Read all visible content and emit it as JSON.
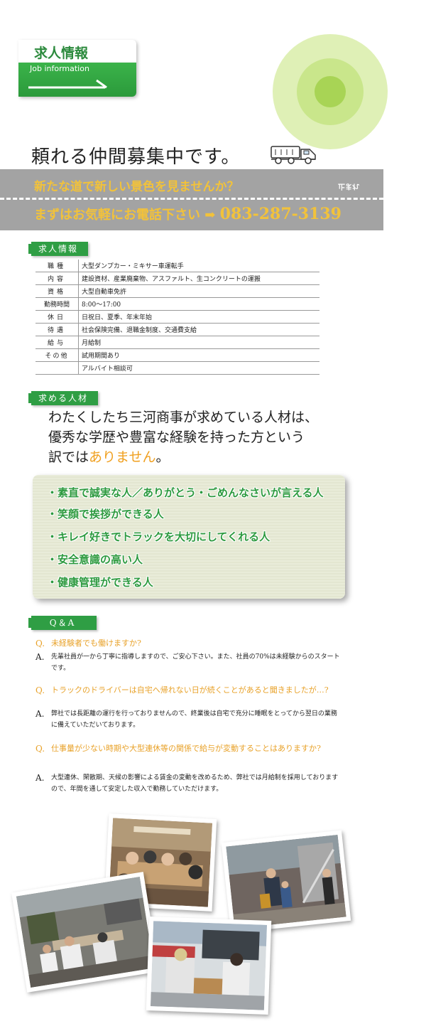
{
  "header": {
    "title_jp": "求人情報",
    "title_en": "Job information"
  },
  "headline": "頼れる仲間募集中です。",
  "road_banner": {
    "line1": "新たな道で新しい景色を見ませんか？",
    "line2_text": "まずはお気軽にお電話下さい",
    "arrow": "➡",
    "phone": "083-287-3139",
    "mark": "止まれ"
  },
  "job_section": {
    "label": "求人情報",
    "rows": [
      {
        "key": "職種",
        "value": "大型ダンプカー・ミキサー車運転手"
      },
      {
        "key": "内容",
        "value": "建設資材、産業廃棄物、アスファルト、生コンクリートの運搬"
      },
      {
        "key": "資格",
        "value": "大型自動車免許"
      },
      {
        "key": "勤務時間",
        "value": "8:00〜17:00"
      },
      {
        "key": "休日",
        "value": "日祝日、夏季、年末年始"
      },
      {
        "key": "待遇",
        "value": "社会保険完備、退職金制度、交通費支給"
      },
      {
        "key": "給与",
        "value": "月給制"
      },
      {
        "key": "その他",
        "value": "試用期間あり"
      },
      {
        "key": "",
        "value": "アルバイト相談可"
      }
    ]
  },
  "seek_section": {
    "label": "求める人材",
    "intro_1": "わたくしたち三河商事が求めている人材は、",
    "intro_2": "優秀な学歴や豊富な経験を持った方という",
    "intro_3a": "訳では",
    "intro_3b": "ありません",
    "intro_3c": "。",
    "items": [
      "・素直で誠実な人／ありがとう・ごめんなさいが言える人",
      "・笑顔で挨拶ができる人",
      "・キレイ好きでトラックを大切にしてくれる人",
      "・安全意識の高い人",
      "・健康管理ができる人"
    ]
  },
  "qa_section": {
    "label": "Q＆A",
    "q_mark": "Q.",
    "a_mark": "A.",
    "items": [
      {
        "q": "未経験者でも働けますか?",
        "a": "先輩社員が一から丁寧に指導しますので、ご安心下さい。また、社員の70%は未経験からのスタートです。"
      },
      {
        "q": "トラックのドライバーは自宅へ帰れない日が続くことがあると聞きましたが…?",
        "a": "弊社では長距離の運行を行っておりませんので、終業後は自宅で充分に睡眠をとってから翌日の業務に備えていただいております。"
      },
      {
        "q": "仕事量が少ない時期や大型連休等の関係で給与が変動することはありますか?",
        "a": "大型連休、閑散期、天候の影響による賃金の変動を改めるため、弊社では月給制を採用しておりますので、年間を通して安定した収入で勤務していただけます。"
      }
    ]
  },
  "colors": {
    "brand_green": "#2f9e44",
    "accent_orange": "#f0a020",
    "road_gray": "#a3a3a3",
    "road_text": "#f2c23a"
  }
}
